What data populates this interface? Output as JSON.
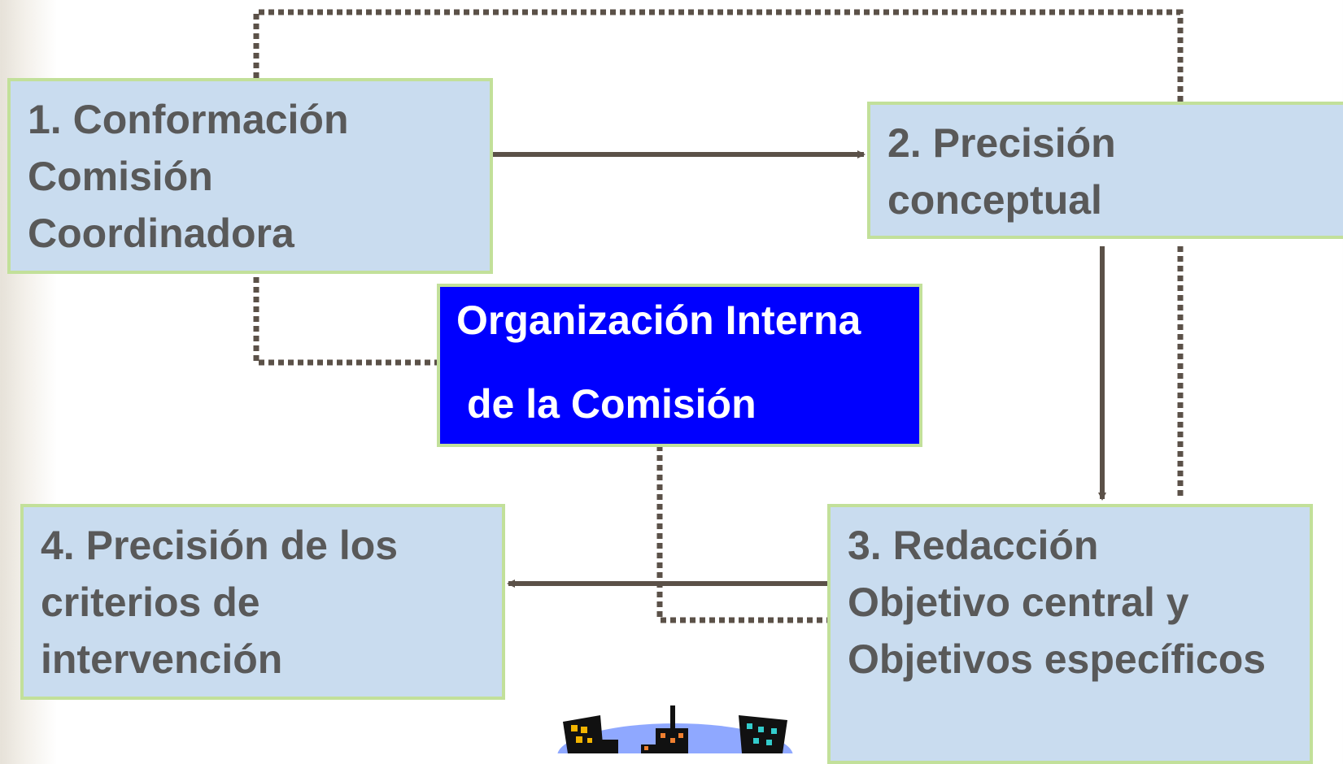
{
  "boxes": {
    "b1": {
      "lines": [
        "1. Conformación",
        "Comisión",
        "Coordinadora"
      ]
    },
    "b2": {
      "lines": [
        "2. Precisión",
        "conceptual"
      ]
    },
    "b3": {
      "lines": [
        "3. Redacción",
        "Objetivo central y",
        "Objetivos específicos"
      ]
    },
    "b4": {
      "lines": [
        "4. Precisión de los",
        "criterios de",
        "intervención"
      ]
    },
    "org": {
      "lines": [
        "Organización Interna",
        "de la Comisión"
      ]
    }
  },
  "colors": {
    "box_fill": "#c9dcef",
    "box_border": "#c2e09a",
    "box_text": "#595959",
    "org_fill": "#0000ff",
    "org_text": "#ffffff",
    "connector": "#5b5148"
  }
}
